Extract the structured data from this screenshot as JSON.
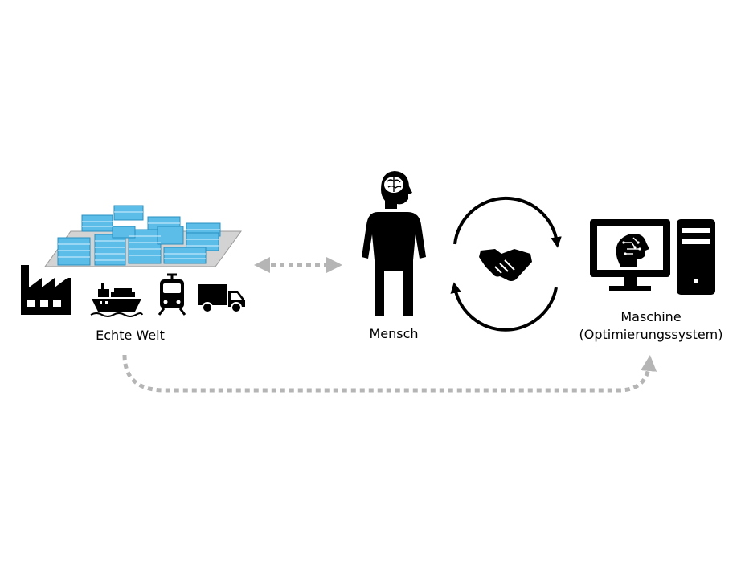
{
  "nodes": {
    "real_world": {
      "label": "Echte Welt",
      "icons": [
        "building-cluster-icon",
        "factory-icon",
        "ship-icon",
        "train-icon",
        "truck-icon"
      ]
    },
    "human": {
      "label": "Mensch",
      "icons": [
        "person-with-brain-icon"
      ]
    },
    "machine": {
      "label_line1": "Maschine",
      "label_line2": "(Optimierungssystem)",
      "icons": [
        "monitor-with-brain-icon",
        "pc-tower-icon"
      ]
    }
  },
  "connections": [
    {
      "from": "real_world",
      "to": "human",
      "style": "dotted",
      "direction": "both"
    },
    {
      "from": "human",
      "to": "machine",
      "style": "cycle",
      "icon": "handshake-icon"
    },
    {
      "from": "real_world",
      "to": "machine",
      "style": "dotted",
      "direction": "forward"
    }
  ],
  "colors": {
    "icon": "#000000",
    "buildings_fill": "#5bbde8",
    "buildings_stroke": "#2a8fc2",
    "platform": "#d0d0d0",
    "dotted_arrow": "#b5b5b5",
    "background": "#ffffff"
  }
}
